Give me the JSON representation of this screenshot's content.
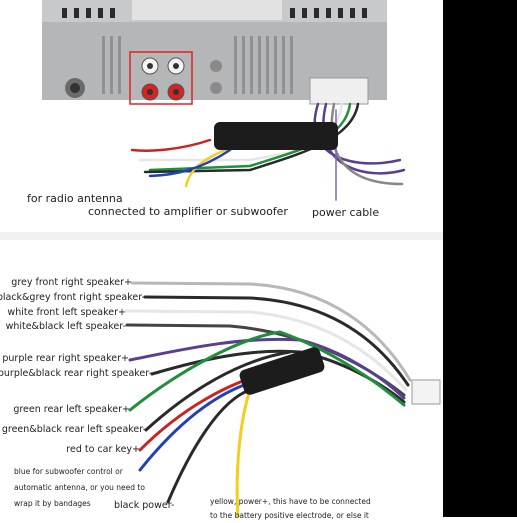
{
  "top_labels": {
    "radio_antenna": "for radio antenna",
    "amplifier": "connected to amplifier or subwoofer",
    "power_cable": "power cable"
  },
  "wire_labels": [
    "grey front right speaker+",
    "black&grey front right speaker-",
    "white front left speaker+",
    "white&black left speaker-",
    "purple rear right speaker+",
    "purple&black rear right speaker-",
    "green rear left speaker+",
    "green&black rear left speaker-",
    "red to car key+",
    "black power-"
  ],
  "notes": {
    "blue_line1": "blue for subwoofer control or",
    "blue_line2": "automatic antenna, or you need to",
    "blue_line3": "wrap it by bandages",
    "yellow_line1": "yellow, power+, this have to be connected",
    "yellow_line2": "to the battery positive electrode, or else it"
  },
  "colors": {
    "grey": "#b8b8b8",
    "black": "#2a2a2a",
    "white": "#e8e8e8",
    "purple": "#5a3e8f",
    "green": "#1f8f3a",
    "red": "#c9241f",
    "blue": "#2140b8",
    "yellow": "#f2cf1d",
    "chassis": "#a9abad"
  }
}
